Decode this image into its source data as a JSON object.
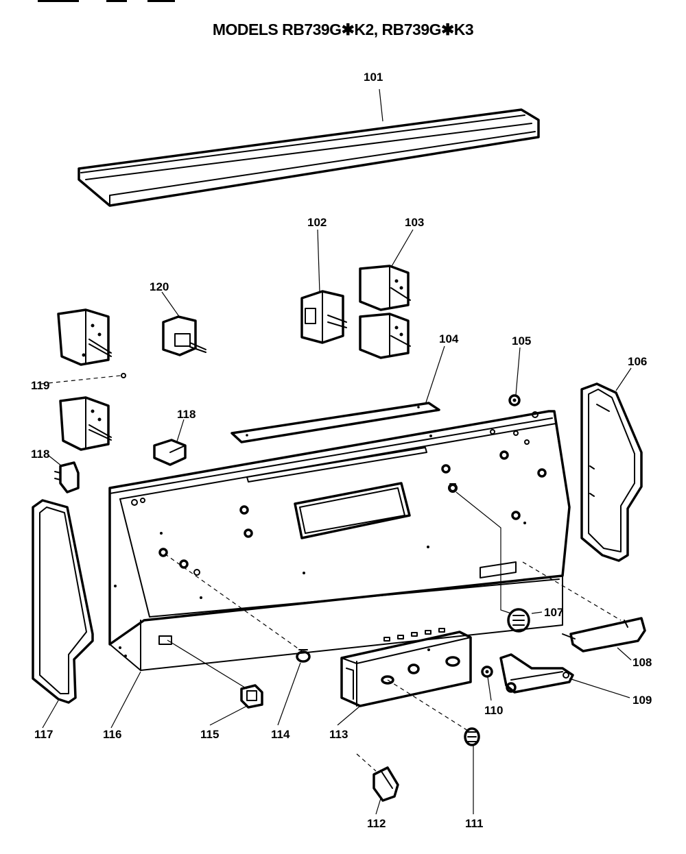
{
  "title": "MODELS RB739G✱K2, RB739G✱K3",
  "labels": {
    "p101": "101",
    "p102": "102",
    "p103": "103",
    "p104": "104",
    "p105": "105",
    "p106": "106",
    "p107": "107",
    "p108": "108",
    "p109": "109",
    "p110": "110",
    "p111": "111",
    "p112": "112",
    "p113": "113",
    "p114": "114",
    "p115": "115",
    "p116": "116",
    "p117": "117",
    "p118a": "118",
    "p118b": "118",
    "p119": "119",
    "p120": "120"
  }
}
